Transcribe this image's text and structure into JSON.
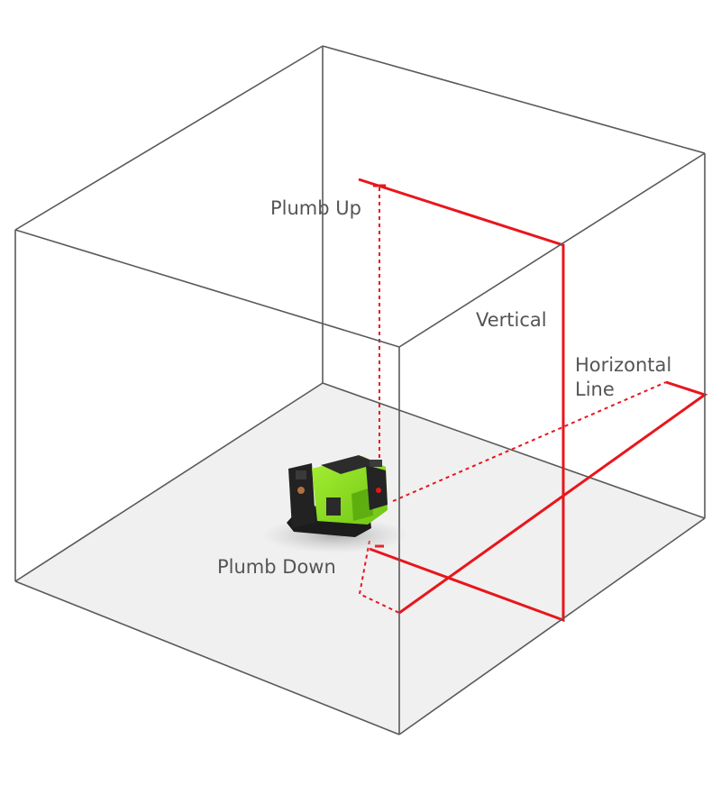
{
  "labels": {
    "plumb_up": "Plumb Up",
    "vertical": "Vertical",
    "horizontal_line": [
      "Horizontal",
      "Line"
    ],
    "plumb_down": "Plumb Down"
  },
  "colors": {
    "cube_edges": "#5a5a5a",
    "floor": "#f0f0f0",
    "laser": "#e8161c",
    "device_body": "#8cdd1e",
    "device_dark": "#1c1c1c",
    "label_text": "#555555"
  },
  "icons": {
    "device": "cross-line-laser-level-icon"
  }
}
